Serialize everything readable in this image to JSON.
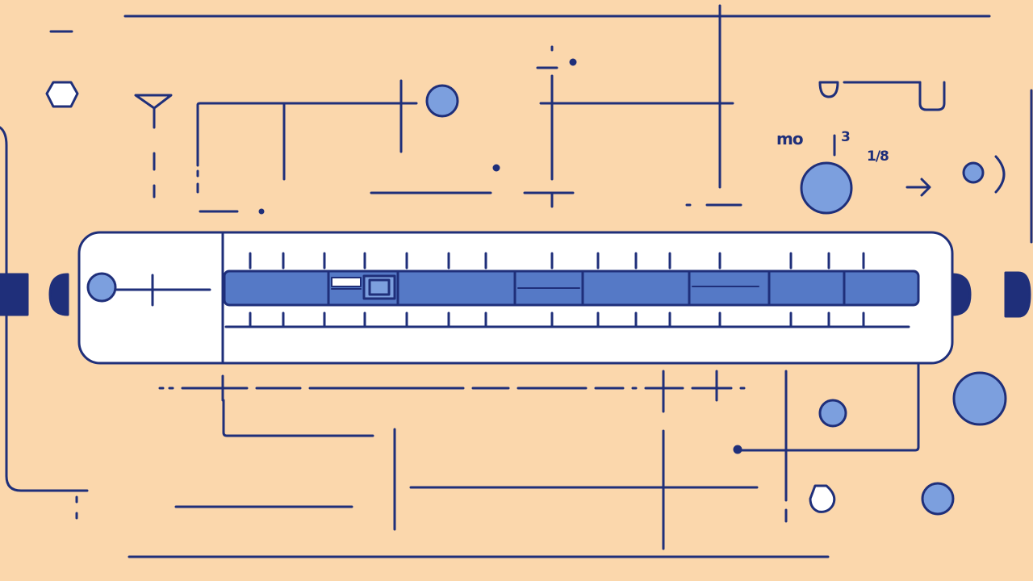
{
  "labels": {
    "top_right_code": "mo",
    "top_right_number": "3",
    "fraction": "1/8"
  },
  "colors": {
    "background": "#fbd7ac",
    "line": "#1f2f7a",
    "fill_light": "#7c9fde",
    "bar_fill": "#5579c6",
    "panel": "#ffffff"
  },
  "icons": [
    "hexagon-icon",
    "funnel-icon",
    "arrow-right-icon",
    "bracket-icon",
    "handle-icon",
    "circle-icon"
  ]
}
